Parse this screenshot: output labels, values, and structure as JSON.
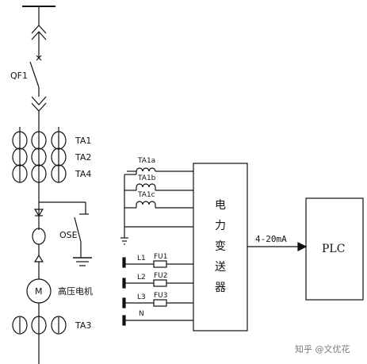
{
  "labels": {
    "breaker": "QF1",
    "ta1": "TA1",
    "ta2": "TA2",
    "ta4": "TA4",
    "ta3": "TA3",
    "ose": "OSE",
    "motor_symbol": "M",
    "motor_name": "高压电机",
    "ta1a": "TA1a",
    "ta1b": "TA1b",
    "ta1c": "TA1c",
    "l1": "L1",
    "l2": "L2",
    "l3": "L3",
    "n": "N",
    "fu1": "FU1",
    "fu2": "FU2",
    "fu3": "FU3",
    "transmitter_char1": "电",
    "transmitter_char2": "力",
    "transmitter_char3": "变",
    "transmitter_char4": "送",
    "transmitter_char5": "器",
    "signal": "4-20mA",
    "plc": "PLC",
    "watermark": "知乎 @文优花"
  }
}
